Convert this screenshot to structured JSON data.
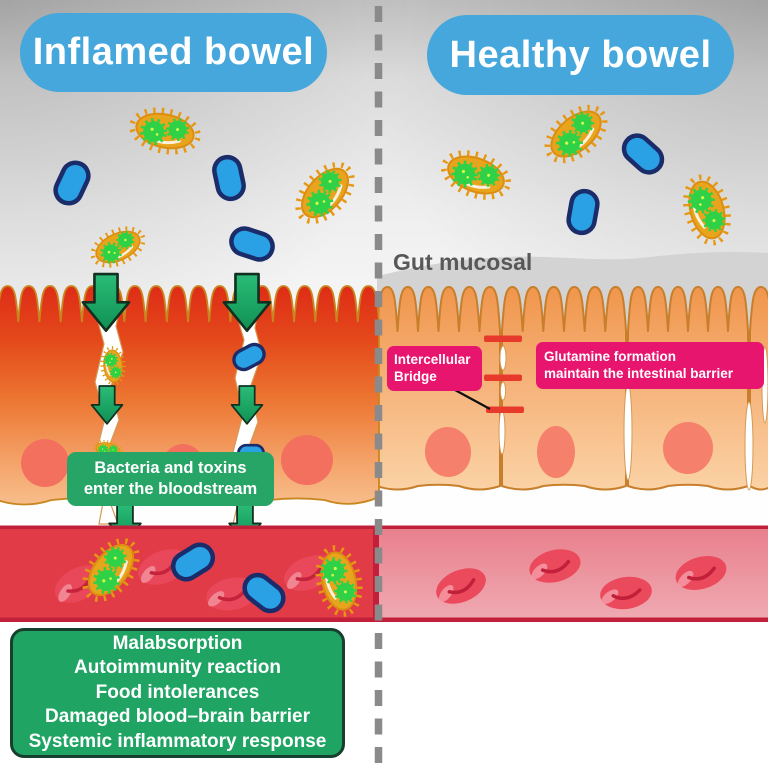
{
  "panels": {
    "left": {
      "title": "Inflamed bowel"
    },
    "right": {
      "title": "Healthy bowel"
    }
  },
  "labels": {
    "gut_mucosal": "Gut mucosal",
    "intercellular_bridge": [
      "Intercellular",
      "Bridge"
    ],
    "glutamine": [
      "Glutamine formation",
      "maintain the intestinal barrier"
    ],
    "bloodstream": [
      "Bacteria and toxins",
      "enter the bloodstream"
    ]
  },
  "consequences": [
    "Malabsorption",
    "Autoimmunity reaction",
    "Food intolerances",
    "Damaged blood–brain barrier",
    "Systemic inflammatory response"
  ],
  "colors": {
    "title_pill_blue": "#45a7db",
    "label_green": "#27a567",
    "box_green": "#1fa464",
    "label_magenta": "#e8156f",
    "inflamed_mucosa_red": "#de2b16",
    "healthy_cell_orange": "#f29b55",
    "gut_mucosal_gray": "#d3d3d3",
    "vessel_left_red": "#e23b48",
    "vessel_right_pink": "#efa9b1",
    "vessel_border_red": "#c2203a",
    "tight_junction_red": "#e73a2d",
    "divider_gray": "#8a8a8a",
    "bacterium_gold": "#e9a41d",
    "bacterium_spot_green": "#2fd146",
    "toxin_blue": "#2aa1e4",
    "toxin_outline_navy": "#1b2c6b",
    "red_blood_cell": "#ea4a5c",
    "arrow_green": "#1da565"
  }
}
